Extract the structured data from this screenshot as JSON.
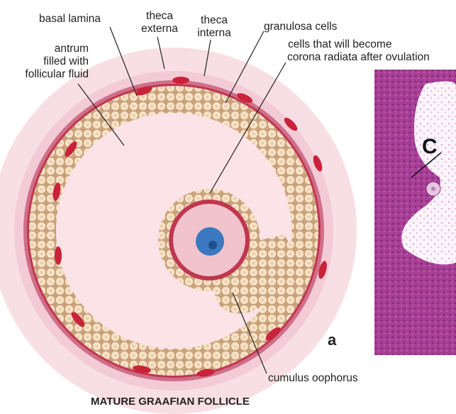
{
  "labels": {
    "basal_lamina": "basal lamina",
    "theca_externa_1": "theca",
    "theca_externa_2": "externa",
    "theca_interna_1": "theca",
    "theca_interna_2": "interna",
    "granulosa": "granulosa cells",
    "corona_1": "cells that will become",
    "corona_2": "corona radiata after ovulation",
    "antrum_1": "antrum",
    "antrum_2": "filled with",
    "antrum_3": "follicular fluid",
    "cumulus": "cumulus oophorus"
  },
  "panel_label": "a",
  "micrograph_label": "C",
  "title": "MATURE GRAAFIAN FOLLICLE",
  "colors": {
    "stroma": "#f7d9e0",
    "theca": "#c2415a",
    "granulosa": "#f3dcc0",
    "antrum": "#fbe3e8",
    "micrograph": "#b0479a",
    "nucleus": "#3a78c0"
  }
}
